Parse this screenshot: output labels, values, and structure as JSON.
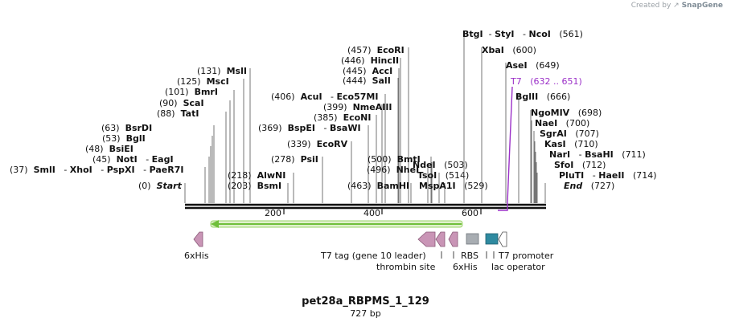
{
  "credit": {
    "prefix": "Created by",
    "brand": "SnapGene"
  },
  "title": "pet28a_RBPMS_1_129",
  "subtitle": "727 bp",
  "colors": {
    "backbone": "#111111",
    "cds_arrow": "#8fd14f",
    "t7": "#9b30c8",
    "pink": "#c995b6",
    "gray": "#a8adb2",
    "teal": "#2f8aa0"
  },
  "ruler": {
    "ticks": [
      {
        "label": "200"
      },
      {
        "label": "400"
      },
      {
        "label": "600"
      }
    ]
  },
  "sites": [
    {
      "pos": "(0)",
      "parts": [
        {
          "t": "Start",
          "bold": true,
          "italic": true
        }
      ]
    },
    {
      "pos": "(37)",
      "parts": [
        {
          "t": "SmlI",
          "bold": true
        },
        {
          "t": "   - "
        },
        {
          "t": "XhoI",
          "bold": true
        },
        {
          "t": "   - "
        },
        {
          "t": "PspXI",
          "bold": true
        },
        {
          "t": "   - "
        },
        {
          "t": "PaeR7I",
          "bold": true
        }
      ]
    },
    {
      "pos": "(45)",
      "parts": [
        {
          "t": "NotI",
          "bold": true
        },
        {
          "t": "   - "
        },
        {
          "t": "EagI",
          "bold": true
        }
      ]
    },
    {
      "pos": "(48)",
      "parts": [
        {
          "t": "BsiEI",
          "bold": true
        }
      ]
    },
    {
      "pos": "(53)",
      "parts": [
        {
          "t": "BglI",
          "bold": true
        }
      ]
    },
    {
      "pos": "(63)",
      "parts": [
        {
          "t": "BsrDI",
          "bold": true
        }
      ]
    },
    {
      "pos": "(88)",
      "parts": [
        {
          "t": "TatI",
          "bold": true
        }
      ]
    },
    {
      "pos": "(90)",
      "parts": [
        {
          "t": "ScaI",
          "bold": true
        }
      ]
    },
    {
      "pos": "(101)",
      "parts": [
        {
          "t": "BmrI",
          "bold": true
        }
      ]
    },
    {
      "pos": "(125)",
      "parts": [
        {
          "t": "MscI",
          "bold": true
        }
      ]
    },
    {
      "pos": "(131)",
      "parts": [
        {
          "t": "MslI",
          "bold": true
        }
      ]
    },
    {
      "pos": "(203)",
      "parts": [
        {
          "t": "BsmI",
          "bold": true
        }
      ]
    },
    {
      "pos": "(218)",
      "parts": [
        {
          "t": "AlwNI",
          "bold": true
        }
      ]
    },
    {
      "pos": "(278)",
      "parts": [
        {
          "t": "PsiI",
          "bold": true
        }
      ]
    },
    {
      "pos": "(339)",
      "parts": [
        {
          "t": "EcoRV",
          "bold": true
        }
      ]
    },
    {
      "pos": "(369)",
      "parts": [
        {
          "t": "BspEI",
          "bold": true
        },
        {
          "t": "   - "
        },
        {
          "t": "BsaWI",
          "bold": true
        }
      ]
    },
    {
      "pos": "(385)",
      "parts": [
        {
          "t": "EcoNI",
          "bold": true
        }
      ]
    },
    {
      "pos": "(399)",
      "parts": [
        {
          "t": "NmeAIII",
          "bold": true
        }
      ]
    },
    {
      "pos": "(406)",
      "parts": [
        {
          "t": "AcuI",
          "bold": true
        },
        {
          "t": "   - "
        },
        {
          "t": "Eco57MI",
          "bold": true
        }
      ]
    },
    {
      "pos": "(444)",
      "parts": [
        {
          "t": "SalI",
          "bold": true
        }
      ]
    },
    {
      "pos": "(445)",
      "parts": [
        {
          "t": "AccI",
          "bold": true
        }
      ]
    },
    {
      "pos": "(446)",
      "parts": [
        {
          "t": "HincII",
          "bold": true
        }
      ]
    },
    {
      "pos": "(457)",
      "parts": [
        {
          "t": "EcoRI",
          "bold": true
        }
      ]
    },
    {
      "pos": "(463)",
      "parts": [
        {
          "t": "BamHI",
          "bold": true
        }
      ]
    },
    {
      "pos": "(496)",
      "parts": [
        {
          "t": "NheI",
          "bold": true
        }
      ]
    },
    {
      "pos": "(500)",
      "parts": [
        {
          "t": "BmtI",
          "bold": true
        }
      ]
    },
    {
      "pos": "(503)",
      "parts": [
        {
          "t": "NdeI",
          "bold": true
        }
      ]
    },
    {
      "pos": "(514)",
      "parts": [
        {
          "t": "TsoI",
          "bold": true
        }
      ]
    },
    {
      "pos": "(529)",
      "parts": [
        {
          "t": "MspA1I",
          "bold": true
        }
      ]
    },
    {
      "pos": "(561)",
      "parts": [
        {
          "t": "BtgI",
          "bold": true
        },
        {
          "t": "  - "
        },
        {
          "t": "StyI",
          "bold": true
        },
        {
          "t": "   - "
        },
        {
          "t": "NcoI",
          "bold": true
        }
      ]
    },
    {
      "pos": "(600)",
      "parts": [
        {
          "t": "XbaI",
          "bold": true
        }
      ]
    },
    {
      "pos": "(649)",
      "parts": [
        {
          "t": "AseI",
          "bold": true
        }
      ]
    },
    {
      "pos": "(632 .. 651)",
      "parts": [
        {
          "t": "T7"
        }
      ]
    },
    {
      "pos": "(666)",
      "parts": [
        {
          "t": "BglII",
          "bold": true
        }
      ]
    },
    {
      "pos": "(698)",
      "parts": [
        {
          "t": "NgoMIV",
          "bold": true
        }
      ]
    },
    {
      "pos": "(700)",
      "parts": [
        {
          "t": "NaeI",
          "bold": true
        }
      ]
    },
    {
      "pos": "(707)",
      "parts": [
        {
          "t": "SgrAI",
          "bold": true
        }
      ]
    },
    {
      "pos": "(710)",
      "parts": [
        {
          "t": "KasI",
          "bold": true
        }
      ]
    },
    {
      "pos": "(711)",
      "parts": [
        {
          "t": "NarI",
          "bold": true
        },
        {
          "t": "   - "
        },
        {
          "t": "BsaHI",
          "bold": true
        }
      ]
    },
    {
      "pos": "(712)",
      "parts": [
        {
          "t": "SfoI",
          "bold": true
        }
      ]
    },
    {
      "pos": "(714)",
      "parts": [
        {
          "t": "PluTI",
          "bold": true
        },
        {
          "t": "   - "
        },
        {
          "t": "HaeII",
          "bold": true
        }
      ]
    },
    {
      "pos": "(727)",
      "parts": [
        {
          "t": "End",
          "bold": true,
          "italic": true
        }
      ]
    }
  ],
  "features": [
    {
      "label": "6xHis",
      "glyph": "pink-arrow-left"
    },
    {
      "label": "T7 tag (gene 10 leader)",
      "glyph": "pink-arrow-left"
    },
    {
      "label": "thrombin site",
      "glyph": "pink-arrow-left"
    },
    {
      "label": "6xHis",
      "glyph": "pink-arrow-left"
    },
    {
      "label": "RBS",
      "glyph": "gray-box"
    },
    {
      "label": "T7 promoter",
      "glyph": "white-arrow-left"
    },
    {
      "label": "lac operator",
      "glyph": "teal-box"
    }
  ]
}
